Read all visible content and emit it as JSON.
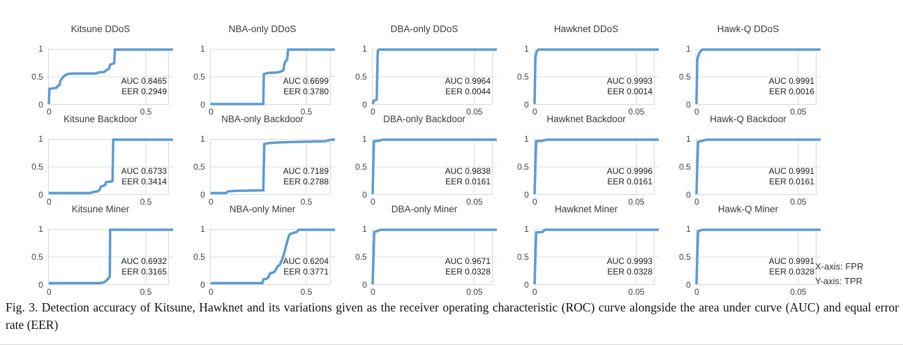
{
  "figure": {
    "caption": "Fig. 3.  Detection accuracy of Kitsune, Hawknet and its variations given as the receiver operating characteristic (ROC) curve alongside the area under curve (AUC) and equal error rate (EER)",
    "axis_note": {
      "x": "X-axis: FPR",
      "y": "Y-axis: TPR"
    },
    "metric_labels": {
      "auc": "AUC",
      "eer": "EER"
    },
    "colors": {
      "curve": "#5b9bd5",
      "grid": "#d9d9d9",
      "border": "#d9d9d9",
      "tick_text": "#404040"
    }
  },
  "chart_data": [
    {
      "type": "line",
      "title": "Kitsune DDoS",
      "auc": "0.8465",
      "eer": "0.2949",
      "xmax": 0.64,
      "grid_x": 0.5,
      "x_ticks": [
        "0",
        "0.5"
      ],
      "y_ticks": [
        "1",
        "0.5",
        "0"
      ],
      "xlabel": "FPR",
      "ylabel": "TPR",
      "ylim": [
        0,
        1
      ],
      "points": [
        [
          0,
          0
        ],
        [
          0.003,
          0.28
        ],
        [
          0.04,
          0.3
        ],
        [
          0.045,
          0.33
        ],
        [
          0.055,
          0.35
        ],
        [
          0.06,
          0.43
        ],
        [
          0.07,
          0.48
        ],
        [
          0.08,
          0.52
        ],
        [
          0.095,
          0.55
        ],
        [
          0.12,
          0.56
        ],
        [
          0.245,
          0.56
        ],
        [
          0.255,
          0.58
        ],
        [
          0.285,
          0.59
        ],
        [
          0.3,
          0.63
        ],
        [
          0.31,
          0.65
        ],
        [
          0.315,
          0.72
        ],
        [
          0.33,
          0.74
        ],
        [
          0.337,
          0.75
        ],
        [
          0.34,
          1.0
        ],
        [
          0.64,
          1.0
        ]
      ]
    },
    {
      "type": "line",
      "title": "NBA-only DDoS",
      "auc": "0.6699",
      "eer": "0.3780",
      "xmax": 0.65,
      "grid_x": 0.5,
      "x_ticks": [
        "0",
        "0.5"
      ],
      "y_ticks": [
        "1",
        "0.5",
        "0"
      ],
      "xlabel": "FPR",
      "ylabel": "TPR",
      "ylim": [
        0,
        1
      ],
      "points": [
        [
          0,
          0
        ],
        [
          0.275,
          0
        ],
        [
          0.278,
          0.55
        ],
        [
          0.3,
          0.57
        ],
        [
          0.35,
          0.58
        ],
        [
          0.37,
          0.6
        ],
        [
          0.38,
          0.62
        ],
        [
          0.385,
          0.73
        ],
        [
          0.39,
          0.78
        ],
        [
          0.4,
          0.82
        ],
        [
          0.405,
          1.0
        ],
        [
          0.65,
          1.0
        ]
      ]
    },
    {
      "type": "line",
      "title": "DBA-only DDoS",
      "auc": "0.9964",
      "eer": "0.0044",
      "xmax": 0.061,
      "grid_x": 0.05,
      "x_ticks": [
        "0",
        "0.05"
      ],
      "y_ticks": [
        "1",
        "0.5",
        "0"
      ],
      "xlabel": "FPR",
      "ylabel": "TPR",
      "ylim": [
        0,
        1
      ],
      "points": [
        [
          0,
          0
        ],
        [
          0.0005,
          0.06
        ],
        [
          0.002,
          0.08
        ],
        [
          0.0025,
          0.97
        ],
        [
          0.003,
          1.0
        ],
        [
          0.061,
          1.0
        ]
      ]
    },
    {
      "type": "line",
      "title": "Hawknet DDoS",
      "auc": "0.9993",
      "eer": "0.0014",
      "xmax": 0.061,
      "grid_x": 0.05,
      "x_ticks": [
        "0",
        "0.05"
      ],
      "y_ticks": [
        "1",
        "0.5",
        "0"
      ],
      "xlabel": "FPR",
      "ylabel": "TPR",
      "ylim": [
        0,
        1
      ],
      "points": [
        [
          0,
          0
        ],
        [
          0.0004,
          0.85
        ],
        [
          0.001,
          0.96
        ],
        [
          0.002,
          1.0
        ],
        [
          0.061,
          1.0
        ]
      ]
    },
    {
      "type": "line",
      "title": "Hawk-Q DDoS",
      "auc": "0.9991",
      "eer": "0.0016",
      "xmax": 0.061,
      "grid_x": 0.05,
      "x_ticks": [
        "0",
        "0.05"
      ],
      "y_ticks": [
        "1",
        "0.5",
        "0"
      ],
      "xlabel": "FPR",
      "ylabel": "TPR",
      "ylim": [
        0,
        1
      ],
      "points": [
        [
          0,
          0
        ],
        [
          0.0004,
          0.82
        ],
        [
          0.0015,
          0.95
        ],
        [
          0.003,
          1.0
        ],
        [
          0.061,
          1.0
        ]
      ]
    },
    {
      "type": "line",
      "title": "Kitsune Backdoor",
      "auc": "0.6733",
      "eer": "0.3414",
      "xmax": 0.64,
      "grid_x": 0.5,
      "x_ticks": [
        "0",
        "0.5"
      ],
      "y_ticks": [
        "1",
        "0.5",
        "0"
      ],
      "xlabel": "FPR",
      "ylabel": "TPR",
      "ylim": [
        0,
        1
      ],
      "points": [
        [
          0,
          0.02
        ],
        [
          0.21,
          0.02
        ],
        [
          0.23,
          0.04
        ],
        [
          0.25,
          0.05
        ],
        [
          0.26,
          0.07
        ],
        [
          0.268,
          0.14
        ],
        [
          0.285,
          0.16
        ],
        [
          0.29,
          0.17
        ],
        [
          0.295,
          0.22
        ],
        [
          0.315,
          0.23
        ],
        [
          0.328,
          0.24
        ],
        [
          0.332,
          1.0
        ],
        [
          0.64,
          1.0
        ]
      ]
    },
    {
      "type": "line",
      "title": "NBA-only Backdoor",
      "auc": "0.7189",
      "eer": "0.2788",
      "xmax": 0.65,
      "grid_x": 0.5,
      "x_ticks": [
        "0",
        "0.5"
      ],
      "y_ticks": [
        "1",
        "0.5",
        "0"
      ],
      "xlabel": "FPR",
      "ylabel": "TPR",
      "ylim": [
        0,
        1
      ],
      "points": [
        [
          0,
          0.02
        ],
        [
          0.08,
          0.02
        ],
        [
          0.09,
          0.05
        ],
        [
          0.13,
          0.06
        ],
        [
          0.275,
          0.07
        ],
        [
          0.28,
          0.92
        ],
        [
          0.31,
          0.94
        ],
        [
          0.36,
          0.95
        ],
        [
          0.45,
          0.96
        ],
        [
          0.6,
          0.97
        ],
        [
          0.63,
          1.0
        ],
        [
          0.65,
          1.0
        ]
      ]
    },
    {
      "type": "line",
      "title": "DBA-only Backdoor",
      "auc": "0.9838",
      "eer": "0.0161",
      "xmax": 0.061,
      "grid_x": 0.05,
      "x_ticks": [
        "0",
        "0.05"
      ],
      "y_ticks": [
        "1",
        "0.5",
        "0"
      ],
      "xlabel": "FPR",
      "ylabel": "TPR",
      "ylim": [
        0,
        1
      ],
      "points": [
        [
          0,
          0
        ],
        [
          0.0006,
          0.97
        ],
        [
          0.003,
          0.98
        ],
        [
          0.005,
          1.0
        ],
        [
          0.061,
          1.0
        ]
      ]
    },
    {
      "type": "line",
      "title": "Hawknet Backdoor",
      "auc": "0.9996",
      "eer": "0.0161",
      "xmax": 0.061,
      "grid_x": 0.05,
      "x_ticks": [
        "0",
        "0.05"
      ],
      "y_ticks": [
        "1",
        "0.5",
        "0"
      ],
      "xlabel": "FPR",
      "ylabel": "TPR",
      "ylim": [
        0,
        1
      ],
      "points": [
        [
          0,
          0
        ],
        [
          0.0008,
          0.97
        ],
        [
          0.004,
          0.98
        ],
        [
          0.006,
          1.0
        ],
        [
          0.061,
          1.0
        ]
      ]
    },
    {
      "type": "line",
      "title": "Hawk-Q Backdoor",
      "auc": "0.9991",
      "eer": "0.0161",
      "xmax": 0.061,
      "grid_x": 0.05,
      "x_ticks": [
        "0",
        "0.05"
      ],
      "y_ticks": [
        "1",
        "0.5",
        "0"
      ],
      "xlabel": "FPR",
      "ylabel": "TPR",
      "ylim": [
        0,
        1
      ],
      "points": [
        [
          0,
          0
        ],
        [
          0.0008,
          0.96
        ],
        [
          0.003,
          0.98
        ],
        [
          0.005,
          1.0
        ],
        [
          0.061,
          1.0
        ]
      ]
    },
    {
      "type": "line",
      "title": "Kitsune Miner",
      "auc": "0.6932",
      "eer": "0.3165",
      "xmax": 0.64,
      "grid_x": 0.5,
      "x_ticks": [
        "0",
        "0.5"
      ],
      "y_ticks": [
        "1",
        "0.5",
        "0"
      ],
      "xlabel": "FPR",
      "ylabel": "TPR",
      "ylim": [
        0,
        1
      ],
      "points": [
        [
          0,
          0.02
        ],
        [
          0.26,
          0.02
        ],
        [
          0.28,
          0.03
        ],
        [
          0.295,
          0.06
        ],
        [
          0.3,
          0.08
        ],
        [
          0.305,
          0.1
        ],
        [
          0.308,
          0.11
        ],
        [
          0.312,
          0.13
        ],
        [
          0.314,
          0.15
        ],
        [
          0.316,
          1.0
        ],
        [
          0.64,
          1.0
        ]
      ]
    },
    {
      "type": "line",
      "title": "NBA-only Miner",
      "auc": "0.6204",
      "eer": "0.3771",
      "xmax": 0.65,
      "grid_x": 0.5,
      "x_ticks": [
        "0",
        "0.5"
      ],
      "y_ticks": [
        "1",
        "0.5",
        "0"
      ],
      "xlabel": "FPR",
      "ylabel": "TPR",
      "ylim": [
        0,
        1
      ],
      "points": [
        [
          0,
          0.02
        ],
        [
          0.27,
          0.02
        ],
        [
          0.276,
          0.09
        ],
        [
          0.29,
          0.1
        ],
        [
          0.3,
          0.12
        ],
        [
          0.31,
          0.2
        ],
        [
          0.33,
          0.22
        ],
        [
          0.34,
          0.26
        ],
        [
          0.35,
          0.33
        ],
        [
          0.36,
          0.35
        ],
        [
          0.37,
          0.42
        ],
        [
          0.38,
          0.52
        ],
        [
          0.39,
          0.65
        ],
        [
          0.4,
          0.78
        ],
        [
          0.41,
          0.9
        ],
        [
          0.42,
          0.93
        ],
        [
          0.44,
          0.95
        ],
        [
          0.45,
          0.96
        ],
        [
          0.46,
          1.0
        ],
        [
          0.65,
          1.0
        ]
      ]
    },
    {
      "type": "line",
      "title": "DBA-only Miner",
      "auc": "0.9671",
      "eer": "0.0328",
      "xmax": 0.061,
      "grid_x": 0.05,
      "x_ticks": [
        "0",
        "0.05"
      ],
      "y_ticks": [
        "1",
        "0.5",
        "0"
      ],
      "xlabel": "FPR",
      "ylabel": "TPR",
      "ylim": [
        0,
        1
      ],
      "points": [
        [
          0,
          0
        ],
        [
          0.0008,
          0.96
        ],
        [
          0.002,
          0.97
        ],
        [
          0.004,
          1.0
        ],
        [
          0.061,
          1.0
        ]
      ]
    },
    {
      "type": "line",
      "title": "Hawknet Miner",
      "auc": "0.9993",
      "eer": "0.0328",
      "xmax": 0.061,
      "grid_x": 0.05,
      "x_ticks": [
        "0",
        "0.05"
      ],
      "y_ticks": [
        "1",
        "0.5",
        "0"
      ],
      "xlabel": "FPR",
      "ylabel": "TPR",
      "ylim": [
        0,
        1
      ],
      "points": [
        [
          0,
          0
        ],
        [
          0.0008,
          0.95
        ],
        [
          0.004,
          0.96
        ],
        [
          0.005,
          1.0
        ],
        [
          0.061,
          1.0
        ]
      ]
    },
    {
      "type": "line",
      "title": "Hawk-Q Miner",
      "auc": "0.9991",
      "eer": "0.0328",
      "xmax": 0.061,
      "grid_x": 0.05,
      "x_ticks": [
        "0",
        "0.05"
      ],
      "y_ticks": [
        "1",
        "0.5",
        "0"
      ],
      "xlabel": "FPR",
      "ylabel": "TPR",
      "ylim": [
        0,
        1
      ],
      "points": [
        [
          0,
          0
        ],
        [
          0.0008,
          0.97
        ],
        [
          0.003,
          1.0
        ],
        [
          0.061,
          1.0
        ]
      ]
    }
  ]
}
